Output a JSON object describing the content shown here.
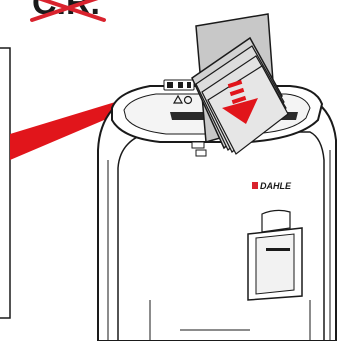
{
  "scene": {
    "top_mark": {
      "text": "C.R.",
      "struck_out": true,
      "strike_color": "#d9232e"
    },
    "brand_label": "DAHLE",
    "paper_direction": "down-into-slot",
    "pointer": {
      "color": "#e1151b",
      "points_to": "control-panel"
    }
  },
  "colors": {
    "accent_red": "#e1151b",
    "outline": "#1a1a1a",
    "shredder_body": "#ffffff",
    "paper_fill": "#dcdcdc",
    "paper_back": "#c8c8c8"
  }
}
